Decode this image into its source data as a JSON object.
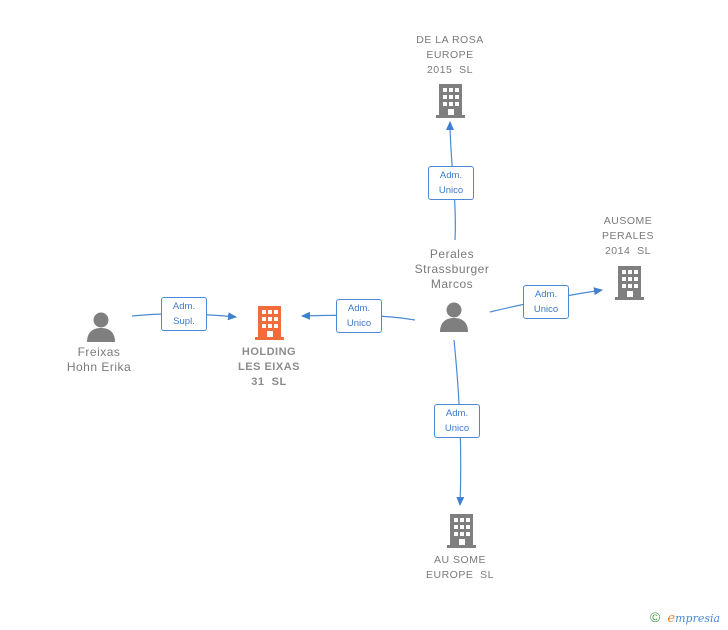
{
  "nodes": {
    "de_la_rosa": {
      "lines": [
        "DE LA ROSA",
        "EUROPE",
        "2015  SL"
      ],
      "kind": "company"
    },
    "ausome_perales": {
      "lines": [
        "AUSOME",
        "PERALES",
        "2014  SL"
      ],
      "kind": "company"
    },
    "perales": {
      "lines": [
        "Perales",
        "Strassburger",
        "Marcos"
      ],
      "kind": "person"
    },
    "freixas": {
      "lines": [
        "Freixas",
        "Hohn Erika"
      ],
      "kind": "person"
    },
    "holding": {
      "lines": [
        "HOLDING",
        "LES EIXAS",
        "31  SL"
      ],
      "kind": "focus-company"
    },
    "au_some": {
      "lines": [
        "AU SOME",
        "EUROPE  SL"
      ],
      "kind": "company"
    }
  },
  "edges": [
    {
      "id": "perales-to-de-la-rosa",
      "lines": [
        "Adm.",
        "Unico"
      ]
    },
    {
      "id": "perales-to-ausome",
      "lines": [
        "Adm.",
        "Unico"
      ]
    },
    {
      "id": "perales-to-holding",
      "lines": [
        "Adm.",
        "Unico"
      ]
    },
    {
      "id": "freixas-to-holding",
      "lines": [
        "Adm.",
        "Supl."
      ]
    },
    {
      "id": "perales-to-au-some",
      "lines": [
        "Adm.",
        "Unico"
      ]
    }
  ],
  "colors": {
    "edge": "#4a8ad4",
    "company_icon": "#7f7f7f",
    "focus_icon": "#f26b3a",
    "person_icon": "#7f7f7f"
  },
  "footer": {
    "copyright": "©",
    "brand_initial": "e",
    "brand_rest": "mpresia"
  }
}
